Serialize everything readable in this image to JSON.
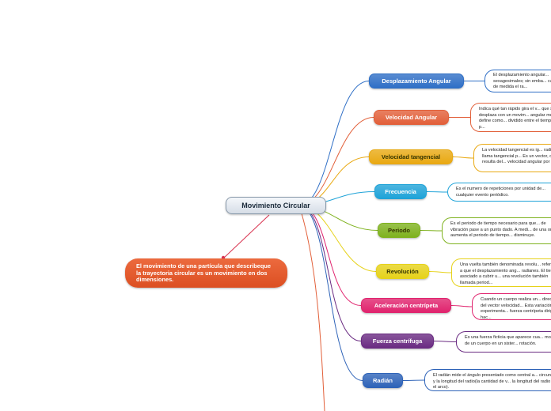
{
  "center": {
    "label": "Movimiento Circular"
  },
  "root_note": {
    "text": "El movimiento de una partícula que describeque la trayectoria circular es un movimiento en dos dimensiones."
  },
  "topics": [
    {
      "label": "Desplazamiento Angular",
      "color": "#2f6fc6",
      "description": "El desplazamiento angular... sexagesimales; sin emba... cantidad de medida el ra..."
    },
    {
      "label": "Velocidad Angular",
      "color": "#e2603a",
      "description": "Indica qué tan rápido gira el v... que se desplaza con un movim... angular media se define como... dividido entre el tiempo total p..."
    },
    {
      "label": "Velocidad tangencial",
      "color": "#e9a912",
      "description": "La velocidad tangencial es ig... radio. Se llama tangencial p... Es un vector, que resulta del... velocidad angular por el vect..."
    },
    {
      "label": "Frecuencia",
      "color": "#1fa3d8",
      "description": "Es el numero de repeticiones por unidad de... cualquier evento periódico."
    },
    {
      "label": "Periodo",
      "color": "#7fb21f",
      "description": "Es el periodo de tiempo necesario para que... de vibración pase a un punto dado. A medi... de una onda aumenta el periodo de tiempo... disminuye."
    },
    {
      "label": "Revolución",
      "color": "#e6d21a",
      "description": "Una vuelta también denominada revolu... referencia a que el desplazamiento ang... radianes. El tiempo asociado a cubrir u... una revolución también llamada period..."
    },
    {
      "label": "Aceleración centrípeta",
      "color": "#e0246e",
      "description": "Cuando un cuerpo realiza un... dirección del vector velocidad... Esta variación la experimenta... fuerza centrípeta dirigida hac..."
    },
    {
      "label": "Fuerza centrífuga",
      "color": "#6a2b82",
      "description": "Es una fuerza ficticia que aparece cua... movimiento de un cuerpo en un sister... rotación."
    },
    {
      "label": "Radián",
      "color": "#2e63b8",
      "description": "El radián mide el ángulo presentado como central a... circunferencia y la longitud del radio(la cantidad de v... la longitud del radio cabe en el arco)."
    }
  ],
  "extra_link_color": "#e2603a",
  "root_link_color": "#d9334f"
}
